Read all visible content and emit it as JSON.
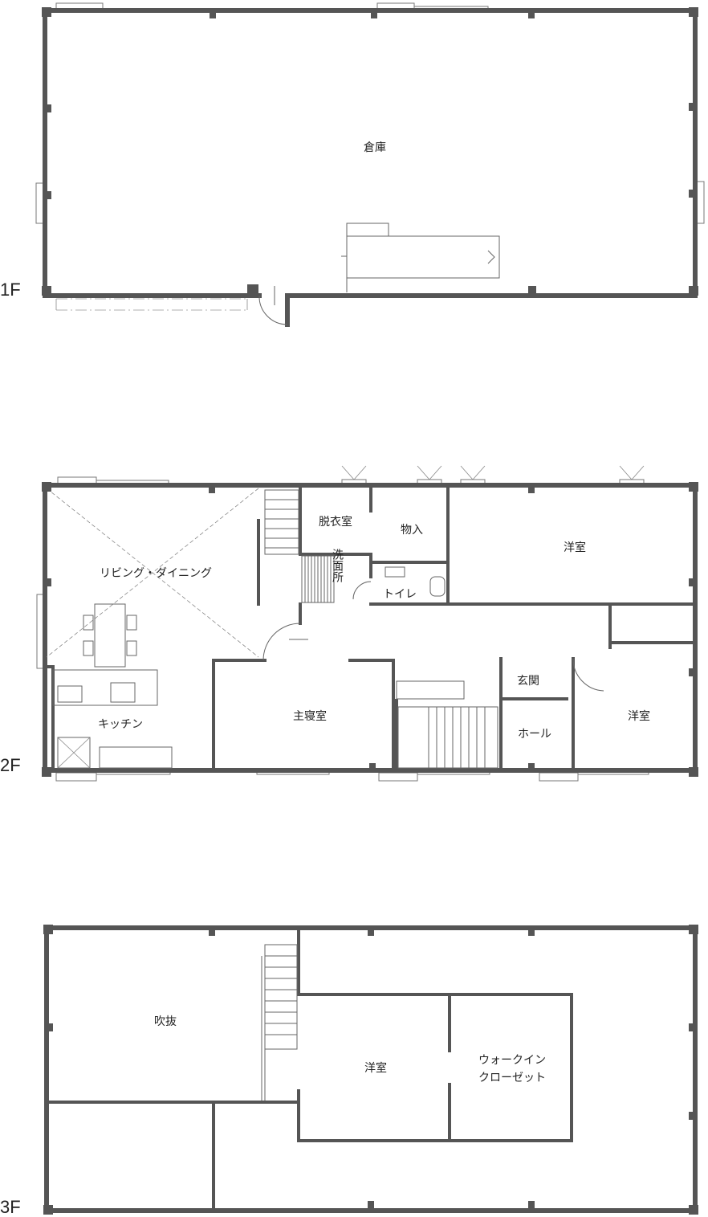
{
  "floors": [
    {
      "label": "1F",
      "rooms": [
        {
          "key": "warehouse",
          "name": "倉庫"
        }
      ]
    },
    {
      "label": "2F",
      "rooms": [
        {
          "key": "living",
          "name": "リビング・ダイニング"
        },
        {
          "key": "dressing",
          "name": "脱衣室"
        },
        {
          "key": "storage",
          "name": "物入"
        },
        {
          "key": "western1",
          "name": "洋室"
        },
        {
          "key": "washroom",
          "name": "洗面所"
        },
        {
          "key": "toilet",
          "name": "トイレ"
        },
        {
          "key": "entrance",
          "name": "玄関"
        },
        {
          "key": "western2",
          "name": "洋室"
        },
        {
          "key": "kitchen",
          "name": "キッチン"
        },
        {
          "key": "master",
          "name": "主寝室"
        },
        {
          "key": "hall",
          "name": "ホール"
        }
      ]
    },
    {
      "label": "3F",
      "rooms": [
        {
          "key": "void",
          "name": "吹抜"
        },
        {
          "key": "western",
          "name": "洋室"
        },
        {
          "key": "wic",
          "name": "ウォークイン\nクローゼット"
        }
      ]
    }
  ]
}
